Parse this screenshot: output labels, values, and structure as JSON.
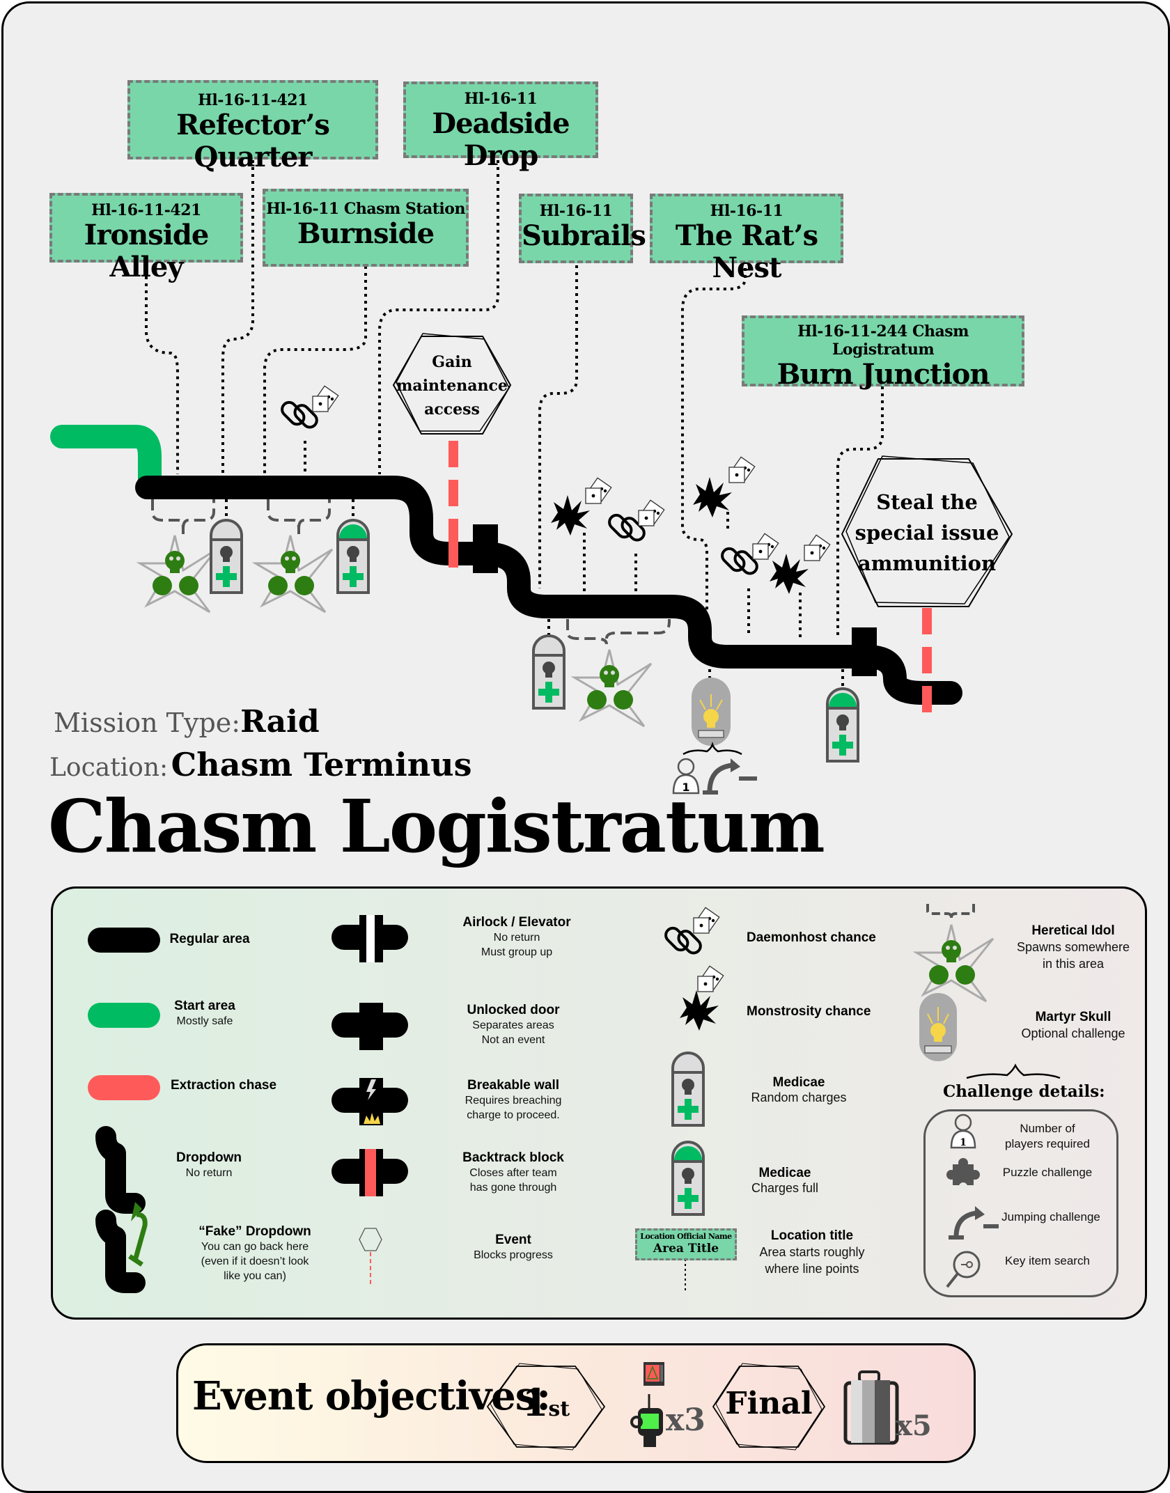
{
  "map": {
    "locations": [
      {
        "id": "ironside-alley",
        "code": "Hl-16-11-421",
        "name": "Ironside Alley"
      },
      {
        "id": "refectors-quarter",
        "code": "Hl-16-11-421",
        "name": "Refector’s Quarter"
      },
      {
        "id": "burnside",
        "code": "Hl-16-11 Chasm Station",
        "name": "Burnside"
      },
      {
        "id": "deadside-drop",
        "code": "Hl-16-11",
        "name": "Deadside Drop"
      },
      {
        "id": "subrails",
        "code": "Hl-16-11",
        "name": "Subrails"
      },
      {
        "id": "rats-nest",
        "code": "Hl-16-11",
        "name": "The Rat’s Nest"
      },
      {
        "id": "burn-junction",
        "code": "Hl-16-11-244 Chasm Logistratum",
        "name": "Burn Junction"
      }
    ],
    "events": [
      {
        "id": "event-1",
        "lines": [
          "Gain",
          "maintenance",
          "access"
        ]
      },
      {
        "id": "event-final",
        "lines": [
          "Steal the",
          "special issue",
          "ammunition"
        ]
      }
    ],
    "martyr_skull_challenge": {
      "players_required": "1",
      "type": "Jumping challenge"
    }
  },
  "info": {
    "mission_type_label": "Mission Type:",
    "mission_type_value": "Raid",
    "location_label": "Location:",
    "location_value": "Chasm Terminus",
    "title": "Chasm Logistratum"
  },
  "legend": {
    "col1": [
      {
        "title": "Regular area",
        "sub": []
      },
      {
        "title": "Start area",
        "sub": [
          "Mostly safe"
        ]
      },
      {
        "title": "Extraction chase",
        "sub": []
      },
      {
        "title": "Dropdown",
        "sub": [
          "No return"
        ]
      },
      {
        "title": "“Fake” Dropdown",
        "sub": [
          "You can go back here",
          "(even if it doesn’t look",
          "like you can)"
        ]
      }
    ],
    "col2": [
      {
        "title": "Airlock / Elevator",
        "sub": [
          "No return",
          "Must group up"
        ]
      },
      {
        "title": "Unlocked door",
        "sub": [
          "Separates areas",
          "Not an event"
        ]
      },
      {
        "title": "Breakable wall",
        "sub": [
          "Requires breaching",
          "charge to proceed."
        ]
      },
      {
        "title": "Backtrack block",
        "sub": [
          "Closes after team",
          "has gone through"
        ]
      },
      {
        "title": "Event",
        "sub": [
          "Blocks progress"
        ]
      }
    ],
    "col3": [
      {
        "title": "Daemonhost chance",
        "sub": []
      },
      {
        "title": "Monstrosity chance",
        "sub": []
      },
      {
        "title": "Medicae",
        "sub": [
          "Random charges"
        ]
      },
      {
        "title": "Medicae",
        "sub": [
          "Charges full"
        ]
      },
      {
        "title": "Location title",
        "sub": [
          "Area starts roughly",
          "where line points"
        ]
      }
    ],
    "location_sample": {
      "code": "Location Official Name",
      "name": "Area Title"
    },
    "col4": [
      {
        "title": "Heretical Idol",
        "sub": [
          "Spawns somewhere",
          "in this area"
        ]
      },
      {
        "title": "Martyr Skull",
        "sub": [
          "Optional challenge"
        ]
      }
    ],
    "challenge_title": "Challenge details:",
    "challenges": [
      {
        "icon": "player-count-icon",
        "text": [
          "Number of",
          "players required"
        ],
        "value": "1"
      },
      {
        "icon": "puzzle-icon",
        "text": [
          "Puzzle challenge"
        ]
      },
      {
        "icon": "jump-icon",
        "text": [
          "Jumping challenge"
        ]
      },
      {
        "icon": "key-search-icon",
        "text": [
          "Key item search"
        ]
      }
    ]
  },
  "objectives": {
    "title": "Event objectives:",
    "items": [
      {
        "stage": "1st",
        "stage_main": "1",
        "stage_suffix": "st",
        "item": "terminal-device",
        "count": "x3"
      },
      {
        "stage": "Final",
        "item": "ammo-crate",
        "count": "x5"
      }
    ]
  },
  "colors": {
    "regular": "#000000",
    "start": "#00bb62",
    "extraction": "#ff5a5a",
    "location_bg": "#79d6a9",
    "idol_green": "#2e7d12",
    "martyr_gold": "#f5d54a"
  }
}
